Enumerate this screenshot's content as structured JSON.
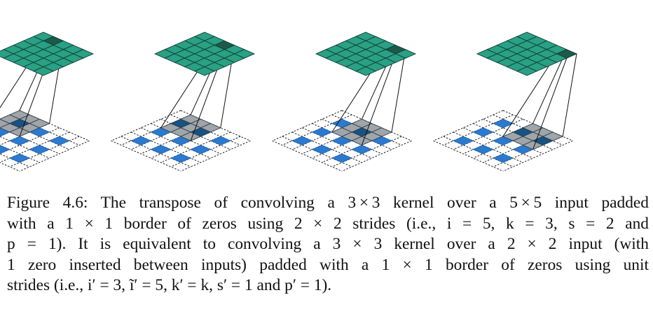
{
  "figure": {
    "panel_count": 4,
    "output_highlight": [
      "0,1",
      "0,2",
      "0,3",
      "0,4"
    ],
    "input_window_offset": [
      "0,0",
      "0,1",
      "0,2",
      "0,3"
    ],
    "colors": {
      "output": "#2aa084",
      "output_grid": "#0e3e33",
      "output_highlight": "#1d5a4c",
      "input": "#2b7ad0",
      "window": "#8d979c",
      "window_overlap": "#16507f",
      "dashed": "#222222"
    }
  },
  "caption": {
    "lines": [
      "Figure 4.6:  The transpose of convolving a 3 × 3 kernel over a 5 × 5 input padded",
      "with a 1 × 1 border of zeros using 2 × 2 strides (i.e., i = 5, k = 3, s = 2 and",
      "p = 1).  It is equivalent to convolving a 3 × 3 kernel over a 2 × 2 input (with",
      "1 zero inserted between inputs) padded with a 1 × 1 border of zeros using unit",
      "strides (i.e., i′ = 3, ĩ′ = 5, k′ = k, s′ = 1 and p′ = 1)."
    ]
  }
}
